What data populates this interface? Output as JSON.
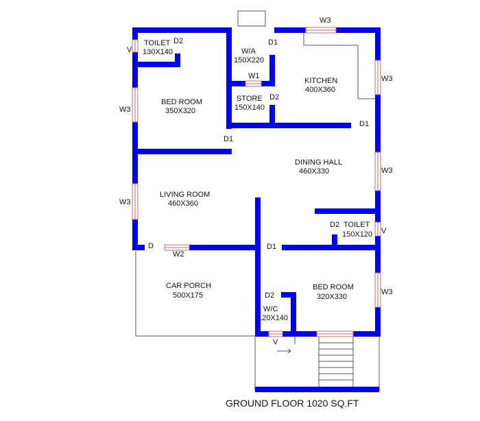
{
  "colors": {
    "wall": "#0000ff",
    "thin_line": "#555555",
    "window": "#cc6666",
    "text": "#111111",
    "background": "#ffffff"
  },
  "title": "GROUND FLOOR 1020 SQ.FT",
  "rooms": {
    "toilet_1": {
      "name": "TOILET",
      "size": "130X140"
    },
    "bedroom_1": {
      "name": "BED ROOM",
      "size": "350X320"
    },
    "wa": {
      "name": "W/A",
      "size": "150X220"
    },
    "store": {
      "name": "STORE",
      "size": "150X140"
    },
    "kitchen": {
      "name": "KITCHEN",
      "size": "400X360"
    },
    "dining": {
      "name": "DINING HALL",
      "size": "460X330"
    },
    "living": {
      "name": "LIVING  ROOM",
      "size": "460X360"
    },
    "toilet_2": {
      "name": "TOILET",
      "size": "150X120"
    },
    "car_porch": {
      "name": "CAR PORCH",
      "size": "500X175"
    },
    "bedroom_2": {
      "name": "BED ROOM",
      "size": "320X330"
    },
    "wc": {
      "name": "W/C",
      "size": "120X140"
    }
  },
  "openings": {
    "v_toilet1": "V",
    "d2_toilet1": "D2",
    "w3_left_top": "W3",
    "w3_left_mid": "W3",
    "d1_wa": "D1",
    "w1_wa": "W1",
    "d2_store": "D2",
    "w3_top": "W3",
    "w3_right_top": "W3",
    "d1_kitchen": "D1",
    "d1_bedroom1": "D1",
    "w3_right_mid": "W3",
    "d2_toilet2": "D2",
    "v_toilet2": "V",
    "d_living": "D",
    "w2_living": "W2",
    "d1_bedroom2": "D1",
    "w3_right_bottom": "W3",
    "d2_wc": "D2",
    "v_wc": "V"
  }
}
